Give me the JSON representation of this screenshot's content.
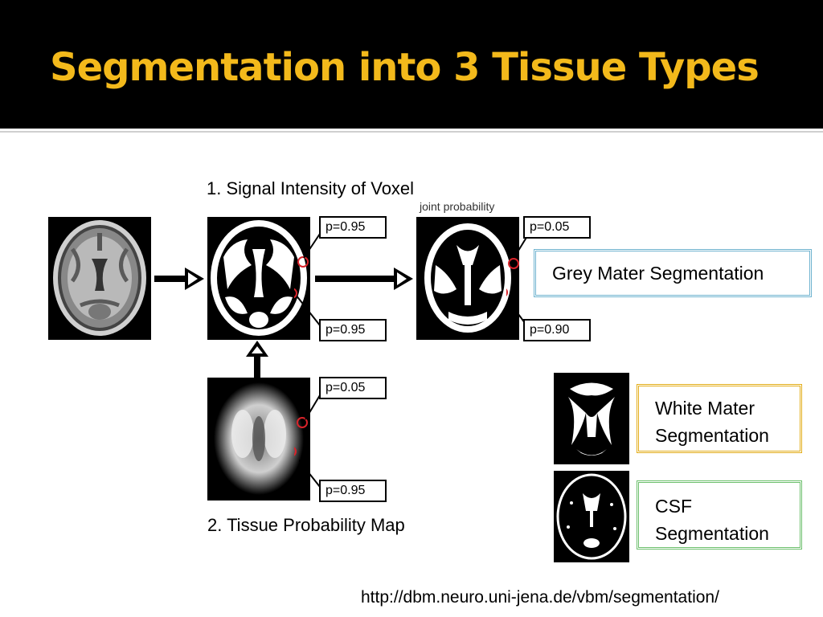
{
  "slide": {
    "title": "Segmentation into 3 Tissue Types",
    "signal_label": "1. Signal Intensity of Voxel",
    "tpm_label": "2. Tissue Probability Map",
    "joint_label": "joint probability",
    "url": "http://dbm.neuro.uni-jena.de/vbm/segmentation/"
  },
  "callouts": {
    "signal_top": "p=0.95",
    "signal_bottom": "p=0.95",
    "joint_top": "p=0.05",
    "joint_bottom": "p=0.90",
    "tpm_top": "p=0.05",
    "tpm_bottom": "p=0.95"
  },
  "segments": {
    "grey": "Grey Mater Segmentation",
    "white": "White Mater Segmentation",
    "csf": "CSF Segmentation"
  },
  "colors": {
    "title": "#f3b91b",
    "grey_border": "#6fb3cf",
    "white_border": "#e3ad1a",
    "csf_border": "#6cbf6c",
    "marker": "#d9232a"
  }
}
